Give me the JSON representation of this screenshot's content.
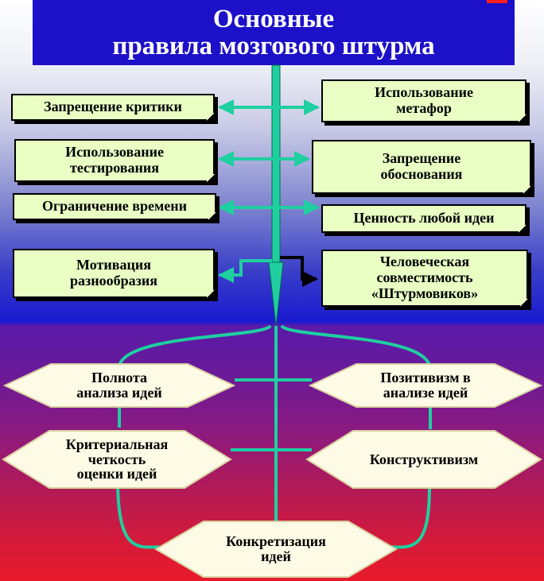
{
  "title": {
    "line1": "Основные",
    "line2": "правила мозгового штурма"
  },
  "rules_left": [
    "Запрещение критики",
    "Использование\nтестирования",
    "Ограничение времени",
    "Мотивация\nразнообразия"
  ],
  "rules_right": [
    "Использование\nметафор",
    "Запрещение\nобоснования",
    "Ценность любой идеи",
    "Человеческая\nсовместимость\n«Штурмовиков»"
  ],
  "principles": {
    "left_top": "Полнота\nанализа идей",
    "right_top": "Позитивизм в\nанализе идей",
    "left_mid": "Критериальная\nчеткость\nоценки идей",
    "right_mid": "Конструктивизм",
    "bottom": "Конкретизация\nидей"
  },
  "colors": {
    "title_band": "#1c10c8",
    "card_fill": "#e9ffc4",
    "hex_fill": "#fdfbe6",
    "connector": "#1fcfa0"
  }
}
